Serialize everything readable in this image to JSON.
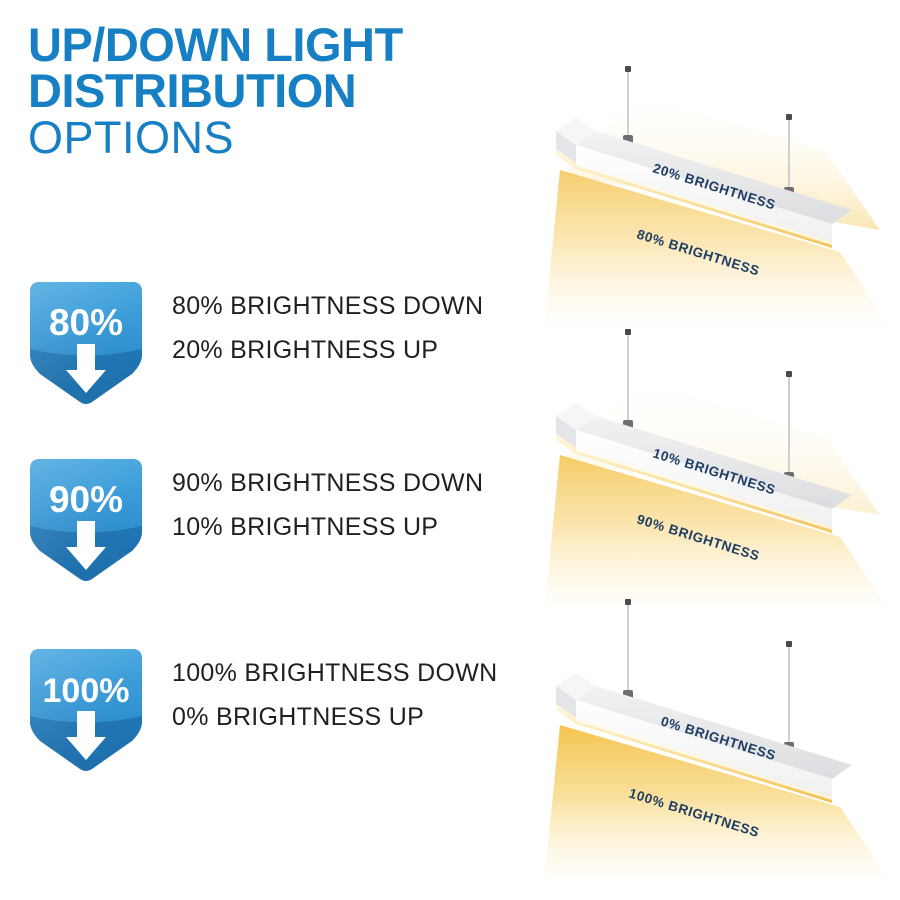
{
  "title": {
    "line1": "UP/DOWN LIGHT",
    "line2": "DISTRIBUTION",
    "line3": "OPTIONS"
  },
  "colors": {
    "brand_blue": "#1780c4",
    "badge_blue_light": "#3d9fdb",
    "badge_blue_mid": "#2b8fd0",
    "badge_blue_dark": "#1c73b5",
    "body_text": "#231f20",
    "label_navy": "#1d3d63",
    "glow_warm": "#f8d680"
  },
  "options": [
    {
      "badge_value": "80%",
      "badge_icon": "down-arrow-icon",
      "line_down": "80% BRIGHTNESS DOWN",
      "line_up": "20% BRIGHTNESS UP"
    },
    {
      "badge_value": "90%",
      "badge_icon": "down-arrow-icon",
      "line_down": "90% BRIGHTNESS DOWN",
      "line_up": "10% BRIGHTNESS UP"
    },
    {
      "badge_value": "100%",
      "badge_icon": "down-arrow-icon",
      "line_down": "100% BRIGHTNESS DOWN",
      "line_up": "0% BRIGHTNESS UP"
    }
  ],
  "fixtures": [
    {
      "label_up": "20% BRIGHTNESS",
      "label_down": "80% BRIGHTNESS",
      "up_glow_opacity": 0.55,
      "down_glow_opacity": 0.9
    },
    {
      "label_up": "10% BRIGHTNESS",
      "label_down": "90% BRIGHTNESS",
      "up_glow_opacity": 0.34,
      "down_glow_opacity": 0.95
    },
    {
      "label_up": "0% BRIGHTNESS",
      "label_down": "100% BRIGHTNESS",
      "up_glow_opacity": 0.0,
      "down_glow_opacity": 1.0
    }
  ]
}
